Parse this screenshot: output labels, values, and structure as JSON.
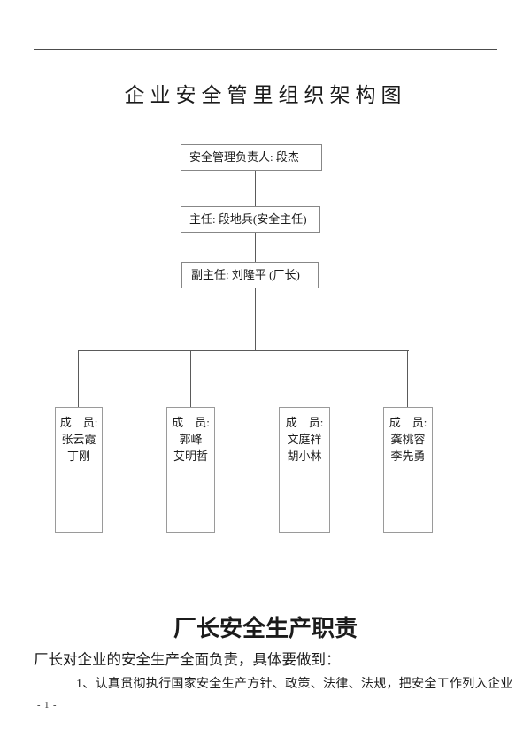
{
  "document": {
    "chart_title": "企业安全管里组织架构图",
    "section_title": "厂长安全生产职责",
    "intro_paragraph": "厂长对企业的安全生产全面负责，具体要做到：",
    "item_paragraph": "1、认真贯彻执行国家安全生产方针、政策、法律、法规，把安全工作列入企业",
    "page_number": "- 1 -"
  },
  "org_chart": {
    "leader": {
      "label": "安全管理负责人: 段杰"
    },
    "director": {
      "label": "主任: 段地兵(安全主任)"
    },
    "deputy": {
      "label": "副主任: 刘隆平 (厂长)"
    },
    "member_groups": [
      {
        "role": "成　员:",
        "names": [
          "张云霞",
          "丁刚"
        ]
      },
      {
        "role": "成　员:",
        "names": [
          "郭峰",
          "艾明哲"
        ]
      },
      {
        "role": "成　员:",
        "names": [
          "文庭祥",
          "胡小林"
        ]
      },
      {
        "role": "成　员:",
        "names": [
          "龚桃容",
          "李先勇"
        ]
      }
    ]
  },
  "colors": {
    "background": "#ffffff",
    "text": "#1b1b1b",
    "box_border": "#878787",
    "member_box_border": "#9a9a9a",
    "connector_line": "#5a5a5a",
    "header_rule": "#4c4c4c"
  }
}
